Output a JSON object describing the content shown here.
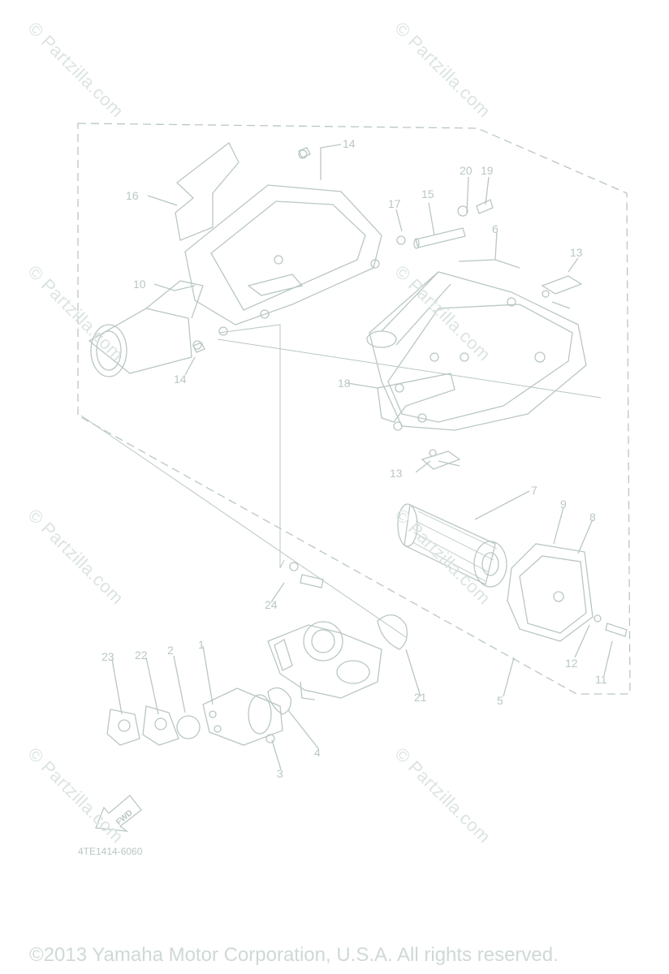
{
  "watermark_text": "© Partzilla.com",
  "callouts": {
    "c1": "1",
    "c2": "2",
    "c3": "3",
    "c4": "4",
    "c5": "5",
    "c6": "6",
    "c7": "7",
    "c8": "8",
    "c9": "9",
    "c10": "10",
    "c11": "11",
    "c12": "12",
    "c13a": "13",
    "c13b": "13",
    "c14a": "14",
    "c14b": "14",
    "c15": "15",
    "c16": "16",
    "c17": "17",
    "c18": "18",
    "c19": "19",
    "c20": "20",
    "c21": "21",
    "c22": "22",
    "c23": "23",
    "c24": "24"
  },
  "fwd_label": "FWD",
  "diagram_code": "4TE1414-6060",
  "copyright": "©2013 Yamaha Motor Corporation, U.S.A. All rights reserved.",
  "colors": {
    "line": "#b9c7c2",
    "watermark": "#dbe4e1",
    "background": "#ffffff"
  }
}
